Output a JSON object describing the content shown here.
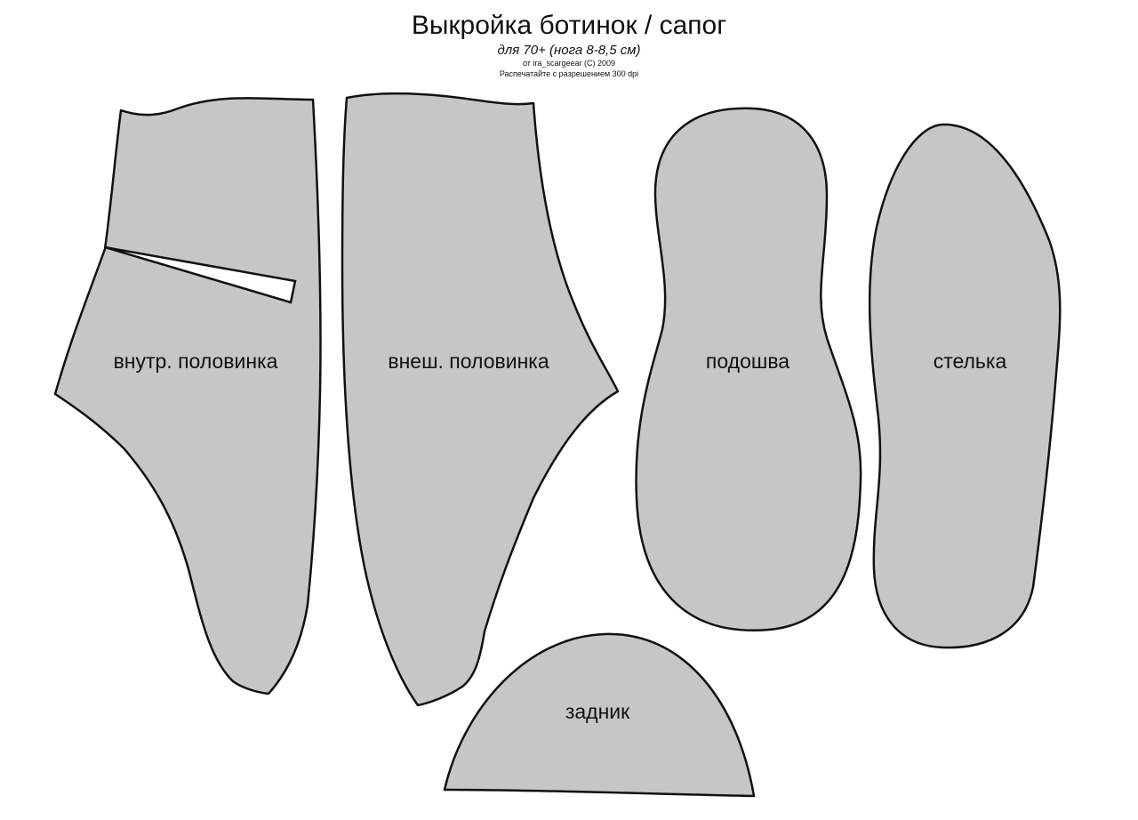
{
  "header": {
    "title": "Выкройка ботинок / сапог",
    "subtitle": "для 70+ (нога 8-8,5 см)",
    "author": "от ira_scargeear (C) 2009",
    "print_note": "Распечатайте с разрешением 300 dpi"
  },
  "pieces": {
    "inner_half": "внутр. половинка",
    "outer_half": "внеш. половинка",
    "sole": "подошва",
    "insole": "стелька",
    "heel": "задник"
  },
  "colors": {
    "fill": "#c6c6c6",
    "stroke": "#111111"
  }
}
